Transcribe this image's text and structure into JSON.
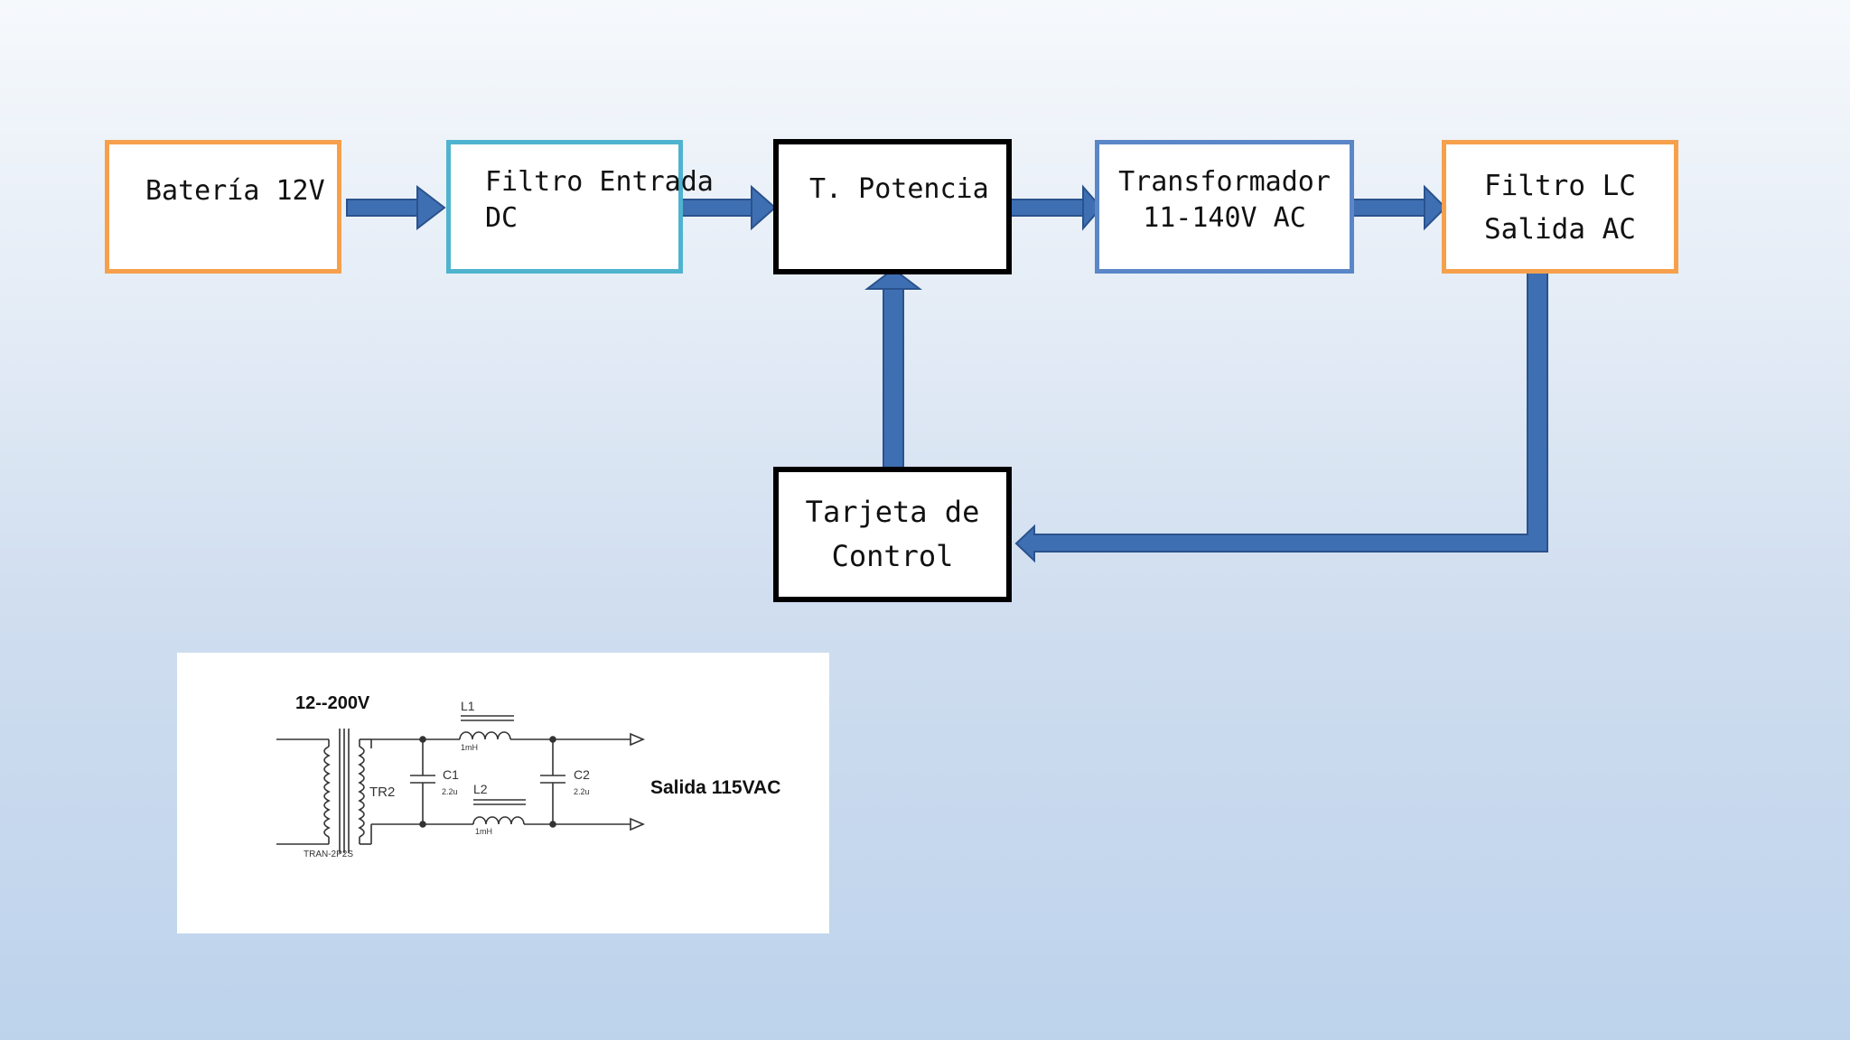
{
  "diagram": {
    "blocks": [
      {
        "id": "bateria",
        "lines": [
          "Batería 12V"
        ]
      },
      {
        "id": "filtro-entrada",
        "lines": [
          "Filtro Entrada",
          "DC"
        ]
      },
      {
        "id": "t-potencia",
        "lines": [
          "T. Potencia"
        ]
      },
      {
        "id": "transformador",
        "lines": [
          "Transformador",
          "11-140V AC"
        ]
      },
      {
        "id": "filtro-lc",
        "lines": [
          "Filtro LC",
          "Salida AC"
        ]
      },
      {
        "id": "tarjeta-control",
        "lines": [
          "Tarjeta de",
          "Control"
        ]
      }
    ],
    "colors": {
      "arrow": "#3f6fb3",
      "arrow_outline": "#2a528c",
      "orange": "#f6a04c",
      "teal": "#4fb3cf",
      "blue": "#5b86c7",
      "black": "#000000"
    }
  },
  "schematic": {
    "voltage_label": "12--200V",
    "transformer_ref": "TR2",
    "transformer_part": "TRAN-2P2S",
    "l1_label": "L1",
    "l1_value": "1mH",
    "l2_label": "L2",
    "l2_value": "1mH",
    "c1_label": "C1",
    "c1_value": "2.2u",
    "c2_label": "C2",
    "c2_value": "2.2u",
    "output_label": "Salida 115VAC"
  }
}
